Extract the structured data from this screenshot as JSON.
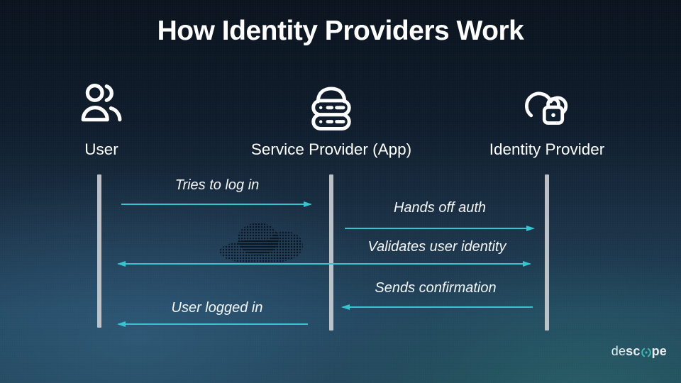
{
  "title": "How Identity Providers Work",
  "actors": [
    {
      "label": "User",
      "icon": "users-icon"
    },
    {
      "label": "Service Provider (App)",
      "icon": "server-icon"
    },
    {
      "label": "Identity Provider",
      "icon": "cloud-lock-icon"
    }
  ],
  "messages": [
    {
      "label": "Tries to log in",
      "from": "User",
      "to": "Service Provider (App)",
      "direction": "right"
    },
    {
      "label": "Hands off auth",
      "from": "Service Provider (App)",
      "to": "Identity Provider",
      "direction": "right"
    },
    {
      "label": "Validates user identity",
      "from": "Identity Provider",
      "to": "User",
      "direction": "both"
    },
    {
      "label": "Sends confirmation",
      "from": "Identity Provider",
      "to": "Service Provider (App)",
      "direction": "left"
    },
    {
      "label": "User logged in",
      "from": "Service Provider (App)",
      "to": "User",
      "direction": "left"
    }
  ],
  "logo": {
    "part_light": "de",
    "part_bold_1": "sc",
    "part_bold_2": "pe",
    "name": "descope"
  },
  "colors": {
    "arrow": "#36c5cf",
    "lifeline": "#c7cacd",
    "text": "#ffffff",
    "background_top": "#0a131e",
    "background_mid": "#1a3045",
    "background_bottom": "#204356",
    "logo_mark": "#3bbcb2"
  }
}
